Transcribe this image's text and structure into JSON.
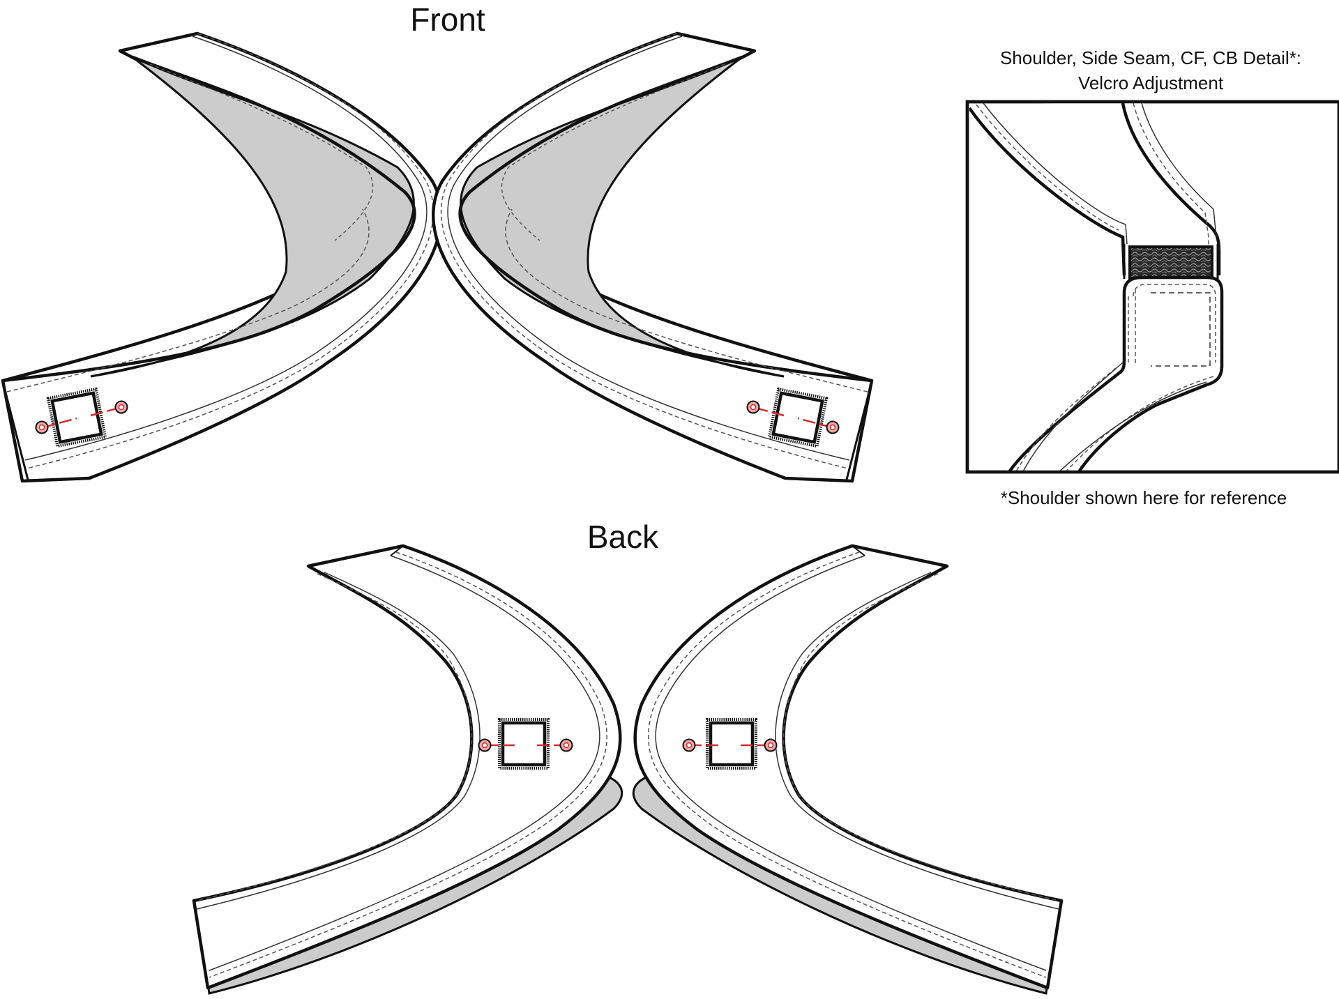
{
  "labels": {
    "front_title": "Front",
    "back_title": "Back",
    "detail_title_line1": "Shoulder, Side Seam, CF, CB Detail*:",
    "detail_title_line2": "Velcro Adjustment",
    "footnote": "*Shoulder shown here for reference"
  },
  "colors": {
    "stroke": "#111111",
    "lining_fill": "#cccccc",
    "shell_fill": "#ffffff",
    "drawstring": "#d12b2b",
    "grommet_fill": "#f2a7a7",
    "velcro_fill": "#2a2a2a"
  },
  "icons": [
    "square-eyelet-icon",
    "grommet-icon",
    "velcro-hook-icon"
  ]
}
